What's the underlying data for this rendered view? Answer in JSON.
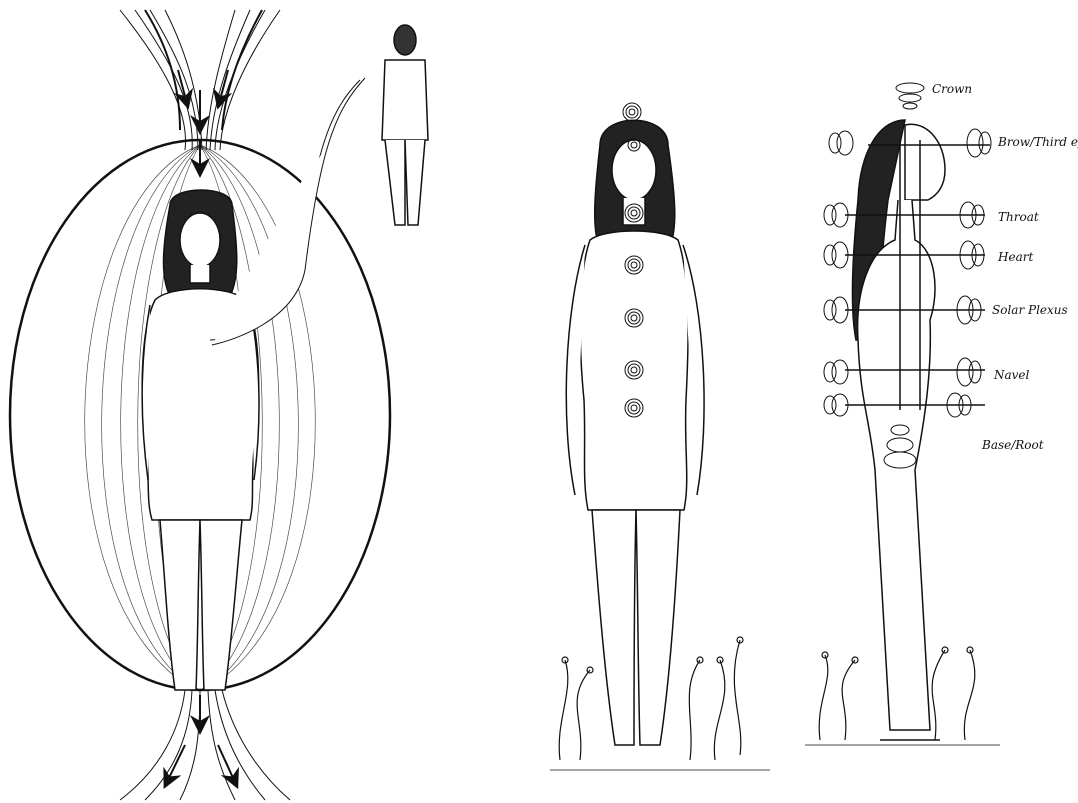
{
  "chakra_labels": [
    {
      "id": "crown",
      "text": "Crown"
    },
    {
      "id": "brow",
      "text": "Brow/Third eye"
    },
    {
      "id": "throat",
      "text": "Throat"
    },
    {
      "id": "heart",
      "text": "Heart"
    },
    {
      "id": "solar",
      "text": "Solar Plexus"
    },
    {
      "id": "navel",
      "text": "Navel"
    },
    {
      "id": "base",
      "text": "Base/Root"
    }
  ]
}
